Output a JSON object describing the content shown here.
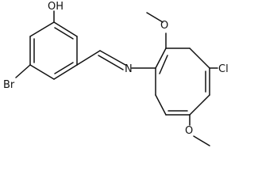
{
  "structure": {
    "atom_labels": {
      "hydroxyl": "OH",
      "bromine": "Br",
      "imine_nitrogen": "N",
      "chlorine": "Cl",
      "methoxy_oxygen_top": "O",
      "methoxy_oxygen_bottom": "O"
    },
    "colors": {
      "bond": "#111111",
      "label": "#111111",
      "background": "#ffffff"
    }
  }
}
